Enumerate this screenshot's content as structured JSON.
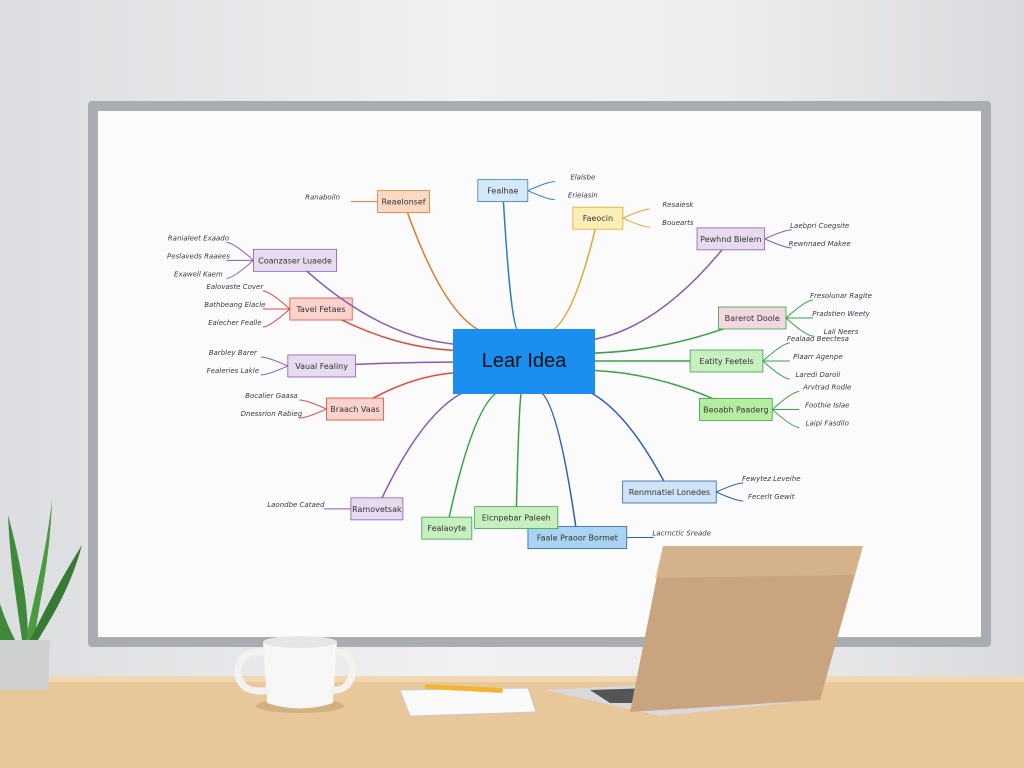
{
  "whiteboard": {
    "central_node": {
      "label": "Lear Idea",
      "color": "#1a8ff0"
    },
    "branches": [
      {
        "label": "Tavel Fetaes",
        "color": "#e04a3a",
        "fill": "#f9d3cc",
        "angle": 200,
        "dist": 160,
        "leaves": [
          "Ealovaste Cover",
          "Bathbeang Elacle",
          "Ealecher Fealle"
        ]
      },
      {
        "label": "Vaual Fealiny",
        "color": "#8a5bb0",
        "fill": "#e7dbf0",
        "angle": 178,
        "dist": 150,
        "leaves": [
          "Barbley Barer",
          "Fealeries Lakle"
        ]
      },
      {
        "label": "Braach Vaas",
        "color": "#e04a3a",
        "fill": "#f9d3cc",
        "angle": 158,
        "dist": 135,
        "leaves": [
          "Bocalier Gaasa",
          "Dnessrion Rabieg"
        ]
      },
      {
        "label": "Barerot Doole",
        "color": "#3aa048",
        "fill": "#f2d6e0",
        "angle": -15,
        "dist": 175,
        "leaves": [
          "Fresolunar Ragite",
          "Pradstien Weety",
          "Lali Neers"
        ]
      },
      {
        "label": "Eatity Feetels",
        "color": "#3aa048",
        "fill": "#c8efc0",
        "angle": 0,
        "dist": 150,
        "leaves": [
          "Fealaad Beectesa",
          "Plaarr Agenpe",
          "Laredi Daroli"
        ]
      },
      {
        "label": "Beoabh Paaderg",
        "color": "#3aa048",
        "fill": "#b6ed9f",
        "angle": 18,
        "dist": 165,
        "leaves": [
          "Arvtrad Rodle",
          "Foothie Islae",
          "Laipi Fasdilo"
        ]
      },
      {
        "label": "Renmnatiel Lonedes",
        "color": "#2e5fb5",
        "fill": "#cfe3f6",
        "angle": 52,
        "dist": 175,
        "leaves": [
          "Fewytez Leveihe",
          "Fecerlt Gewit"
        ]
      },
      {
        "label": "Faale Praoor Bormet",
        "color": "#2e5fb5",
        "fill": "#a9d4f2",
        "angle": 78,
        "dist": 190,
        "leaves": [
          "Lacrnctic Sreade"
        ]
      },
      {
        "label": "Elcnpebar Paleeh",
        "color": "#3aa048",
        "fill": "#c8efc0",
        "angle": 92,
        "dist": 165,
        "leaves": []
      },
      {
        "label": "Fealaoyte",
        "color": "#3aa048",
        "fill": "#c8efc0",
        "angle": 108,
        "dist": 185,
        "leaves": []
      },
      {
        "label": "Ramovetsak",
        "color": "#8a5bb0",
        "fill": "#e7dbf0",
        "angle": 125,
        "dist": 190,
        "leaves": [
          "Laondbe Cataed"
        ]
      },
      {
        "label": "Pewhnd Blelem",
        "color": "#8a5bb0",
        "fill": "#e7dbf0",
        "angle": -40,
        "dist": 200,
        "leaves": [
          "Laebpri Coegsite",
          "Rewnnaed Makee"
        ]
      },
      {
        "label": "Faeocin",
        "color": "#e8a43a",
        "fill": "#fcefb5",
        "angle": -70,
        "dist": 160,
        "leaves": [
          "Resaiesk",
          "Bouearts"
        ]
      },
      {
        "label": "Fealhae",
        "color": "#2e7cc4",
        "fill": "#d4e8f8",
        "angle": -95,
        "dist": 180,
        "leaves": [
          "Elalsbe",
          "Erieiasin"
        ]
      },
      {
        "label": "Reaelonsef",
        "color": "#e07a2a",
        "fill": "#fbd9c4",
        "angle": -118,
        "dist": 190,
        "leaves": [
          "Ranaboiln"
        ]
      },
      {
        "label": "Coanzaser Luaede",
        "color": "#8a5bb0",
        "fill": "#e7dbf0",
        "angle": -148,
        "dist": 200,
        "leaves": [
          "Ranialeet Exaado",
          "Peslaveds Raaees",
          "Exawell Kaem"
        ]
      }
    ]
  },
  "colors": {
    "frame": "#a9acb0",
    "board": "#fbfbfc",
    "desk": "#e8c79a",
    "laptop": "#c9a47e"
  }
}
